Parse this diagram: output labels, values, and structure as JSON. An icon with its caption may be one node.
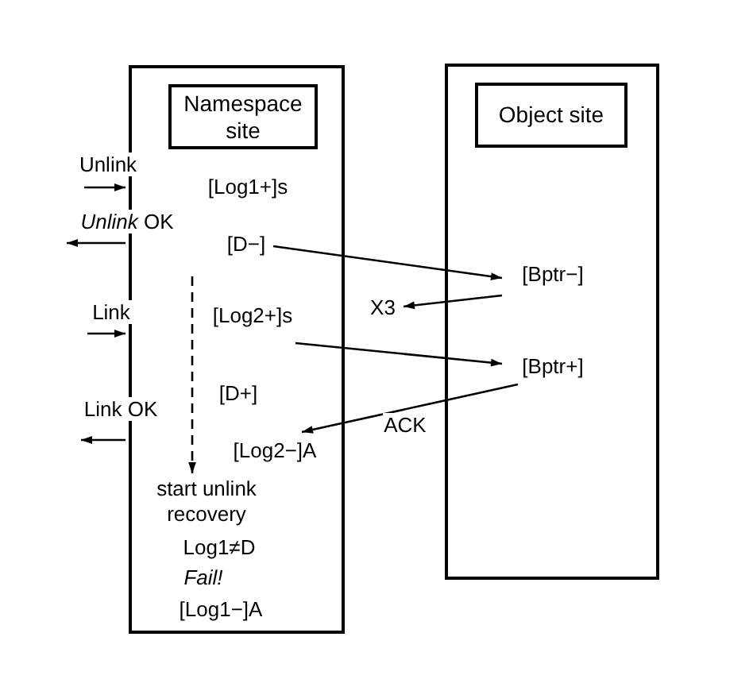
{
  "diagram": {
    "nodes": [
      {
        "text": [],
        "shape": "box"
      },
      {
        "text": [
          "Namespace site"
        ],
        "in": 0
      },
      {
        "text": [
          "[D−]"
        ],
        "in": 0
      },
      {
        "text": [
          "[Log2+]s"
        ],
        "in": 0
      },
      {
        "text": [],
        "shape": "box"
      },
      {
        "text": [
          "Object site"
        ],
        "in": 4
      },
      {
        "text": [
          "[Bptr−]"
        ],
        "in": 4
      },
      {
        "text": [
          "[Bptr+]"
        ],
        "in": 4
      },
      {
        "text": [
          "X3"
        ]
      },
      {
        "text": [
          "[Log2−]A"
        ],
        "in": 0
      }
    ],
    "edges": [
      {
        "from": null,
        "to": 0,
        "arrow": "to",
        "label": "Unlink"
      },
      {
        "from": 0,
        "to": null,
        "arrow": "to",
        "label": "*Unlink* OK"
      },
      {
        "from": 2,
        "to": 6,
        "arrow": "to"
      },
      {
        "from": 6,
        "to": 8,
        "arrow": "to"
      },
      {
        "from": null,
        "to": 0,
        "arrow": "to",
        "label": "Link"
      },
      {
        "from": 3,
        "to": 7,
        "arrow": "to"
      },
      {
        "from": 7,
        "to": 9,
        "arrow": "to",
        "label": "ACK"
      },
      {
        "from": 0,
        "to": null,
        "arrow": "to",
        "label": "Link OK"
      }
    ],
    "labels": [
      "[Log1+]s",
      "[D+]",
      "start unlink recovery",
      "Log1≠D",
      "Fail!",
      "[Log1−]A"
    ]
  }
}
